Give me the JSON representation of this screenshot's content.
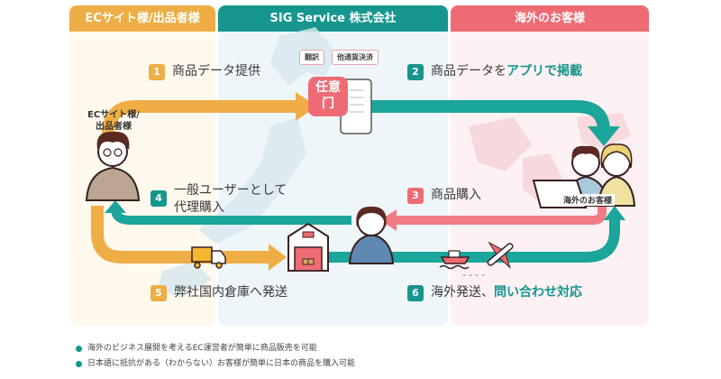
{
  "columns": [
    {
      "id": "ec",
      "title": "ECサイト様/出品者様",
      "color": "#eeae45",
      "bg": "#fff9ee"
    },
    {
      "id": "sig",
      "title": "SIG Service 株式会社",
      "color": "#16968e",
      "bg": "#eef6fa"
    },
    {
      "id": "cust",
      "title": "海外のお客様",
      "color": "#ef6b74",
      "bg": "#fdf1f3"
    }
  ],
  "actors": {
    "seller_label_line1": "ECサイト様/",
    "seller_label_line2": "出品者様",
    "customer_label": "海外のお客様"
  },
  "app": {
    "name_line1": "任意",
    "name_line2": "门",
    "tags": [
      "翻訳",
      "他通貨決済"
    ]
  },
  "steps": [
    {
      "num": "1",
      "text": "商品データ提供",
      "color": "#eeae45"
    },
    {
      "num": "2",
      "text": "商品データを",
      "highlight": "アプリで掲載",
      "color": "#16968e"
    },
    {
      "num": "3",
      "text": "商品購入",
      "color": "#ef6b74"
    },
    {
      "num": "4",
      "text_line1": "一般ユーザーとして",
      "text_line2": "代理購入",
      "color": "#16968e"
    },
    {
      "num": "5",
      "text": "弊社国内倉庫へ発送",
      "color": "#eeae45"
    },
    {
      "num": "6",
      "text": "海外発送、",
      "highlight": "問い合わせ対応",
      "color": "#16968e"
    }
  ],
  "notes": [
    "海外のビジネス展開を考えるEC運営者が簡単に商品販売を可能",
    "日本語に抵抗がある（わからない）お客様が簡単に日本の商品を購入可能"
  ],
  "icons": [
    "seller-person-icon",
    "app-icon",
    "smartphone-icon",
    "customers-icon",
    "laptop-icon",
    "operator-person-icon",
    "warehouse-icon",
    "truck-icon",
    "ship-icon",
    "airplane-icon"
  ]
}
